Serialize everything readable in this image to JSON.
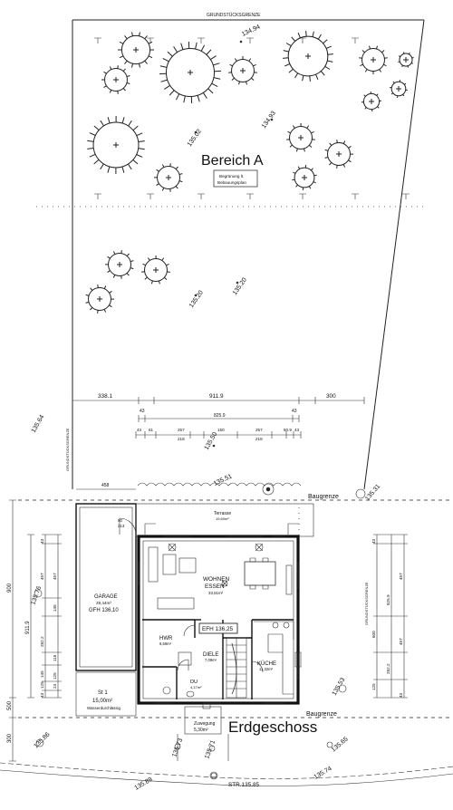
{
  "title": "Erdgeschoss",
  "zone_label": "Bereich A",
  "zone_note_line1": "Begrünung lt.",
  "zone_note_line2": "Bebauungsplan",
  "boundary_label_top": "GRUNDSTÜCKSGRENZE",
  "boundary_label_left": "GRUNDSTÜCKSGRENZE",
  "boundary_label_right": "GRUNDSTÜCKSGRENZE",
  "baugrenze_top": "Baugrenze",
  "baugrenze_bottom": "Baugrenze",
  "elevations": {
    "e1": "134.94",
    "e2": "135.02",
    "e3": "134.93",
    "e4": "135.20",
    "e5": "135.20",
    "e6": "135.64",
    "e7": "135.50",
    "e8": "135.51",
    "e9": "135.31",
    "e10": "135.76",
    "e11": "135.53",
    "e12": "135.86",
    "e13": "135.73",
    "e14": "135.71",
    "e15": "135.65",
    "e16": "135.89",
    "e17": "135.74"
  },
  "street_label": "STR.135.85",
  "dims_top": {
    "left": "338.1",
    "mid": "911.9",
    "right": "300",
    "inner": "825.9",
    "s1": "43",
    "s2": "43",
    "s3": "61",
    "s4": "257",
    "s5": "218",
    "s6": "150",
    "s7": "257",
    "s8": "218",
    "s9": "60.9",
    "s10": "43",
    "s11": "43"
  },
  "dims_left": {
    "d900": "900",
    "d9119": "911.9",
    "d500": "500",
    "d300": "300",
    "a1": "457",
    "a2": "457",
    "a3": "145",
    "a4": "282.2",
    "a5": "115",
    "a6": "145",
    "a7": "125",
    "a8": "125",
    "a9": "24",
    "a10": "43",
    "a11": "43"
  },
  "dims_right": {
    "b1": "457",
    "b2": "457",
    "b3": "282.2",
    "b4": "125",
    "b5": "600",
    "b6": "825.9",
    "b7": "43",
    "b8": "43"
  },
  "garage_dims": {
    "w": "458",
    "d1": "80",
    "d2": "213"
  },
  "rooms": {
    "terrace_name": "Terrasse",
    "terrace_area": "19,60m²",
    "living_name1": "WOHNEN",
    "living_name2": "ESSEN",
    "living_area": "33,51m²",
    "garage_name": "GARAGE",
    "garage_area": "29,44m²",
    "garage_gfh": "GFH 136,10",
    "hwr_name": "HWR",
    "hwr_area": "6,59m²",
    "efh": "EFH 136,25",
    "diele_name": "DIELE",
    "diele_area": "7,09m²",
    "du_name": "DU",
    "du_area": "4,17m²",
    "kueche_name": "KÜCHE",
    "kueche_area": "11,32m²",
    "st_name": "St 1",
    "st_area": "15,00m²",
    "st_note": "Wasserdurchlässig",
    "zuwegung_name": "Zuwegung",
    "zuwegung_area": "5,30m²"
  }
}
